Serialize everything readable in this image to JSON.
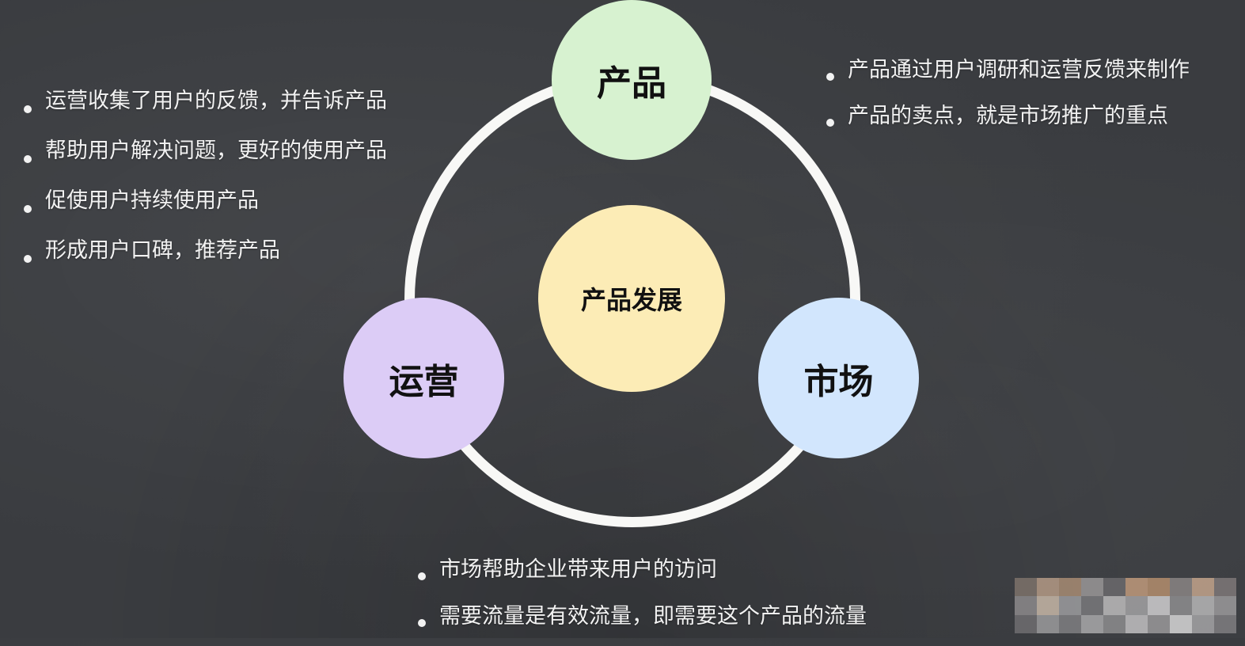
{
  "diagram": {
    "center": "产品发展",
    "nodes": {
      "product": "产品",
      "operations": "运营",
      "market": "市场"
    }
  },
  "operations_points": [
    "运营收集了用户的反馈，并告诉产品",
    "帮助用户解决问题，更好的使用产品",
    "促使用户持续使用产品",
    "形成用户口碑，推荐产品"
  ],
  "product_points": [
    "产品通过用户调研和运营反馈来制作",
    "产品的卖点，就是市场推广的重点"
  ],
  "market_points": [
    "市场帮助企业带来用户的访问",
    "需要流量是有效流量，即需要这个产品的流量"
  ],
  "colors": {
    "background": "#3a3c40",
    "ring": "#f8f8f6",
    "product_node": "#d7f2d0",
    "center_node": "#fcecb6",
    "operations_node": "#dcccf6",
    "market_node": "#d2e6fd"
  }
}
